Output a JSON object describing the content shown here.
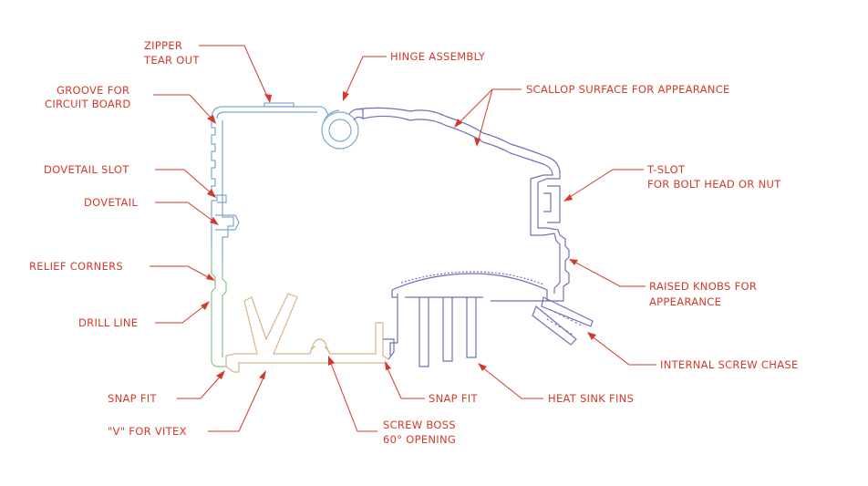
{
  "labels": {
    "zipper_1": "ZIPPER",
    "zipper_2": "TEAR OUT",
    "groove_1": "GROOVE FOR",
    "groove_2": "CIRCUIT BOARD",
    "dovetail_slot": "DOVETAIL SLOT",
    "dovetail": "DOVETAIL",
    "relief_corners": "RELIEF CORNERS",
    "drill_line": "DRILL LINE",
    "snap_fit_left": "SNAP FIT",
    "v_for_vitex": "\"V\" FOR VITEX",
    "screw_boss_1": "SCREW BOSS",
    "screw_boss_2": "60° OPENING",
    "snap_fit_right": "SNAP FIT",
    "heat_sink_fins": "HEAT SINK FINS",
    "internal_screw_chase": "INTERNAL SCREW CHASE",
    "raised_knobs_1": "RAISED KNOBS FOR",
    "raised_knobs_2": "APPEARANCE",
    "tslot_1": "T-SLOT",
    "tslot_2": "FOR BOLT HEAD OR NUT",
    "scallop": "SCALLOP SURFACE FOR APPEARANCE",
    "hinge": "HINGE ASSEMBLY"
  },
  "colors": {
    "label_red": "#d23a2c",
    "profile_blue": "#7da9cf",
    "profile_green": "#8fbf8f",
    "profile_purple": "#7270b8",
    "profile_tan": "#d8b48e"
  }
}
